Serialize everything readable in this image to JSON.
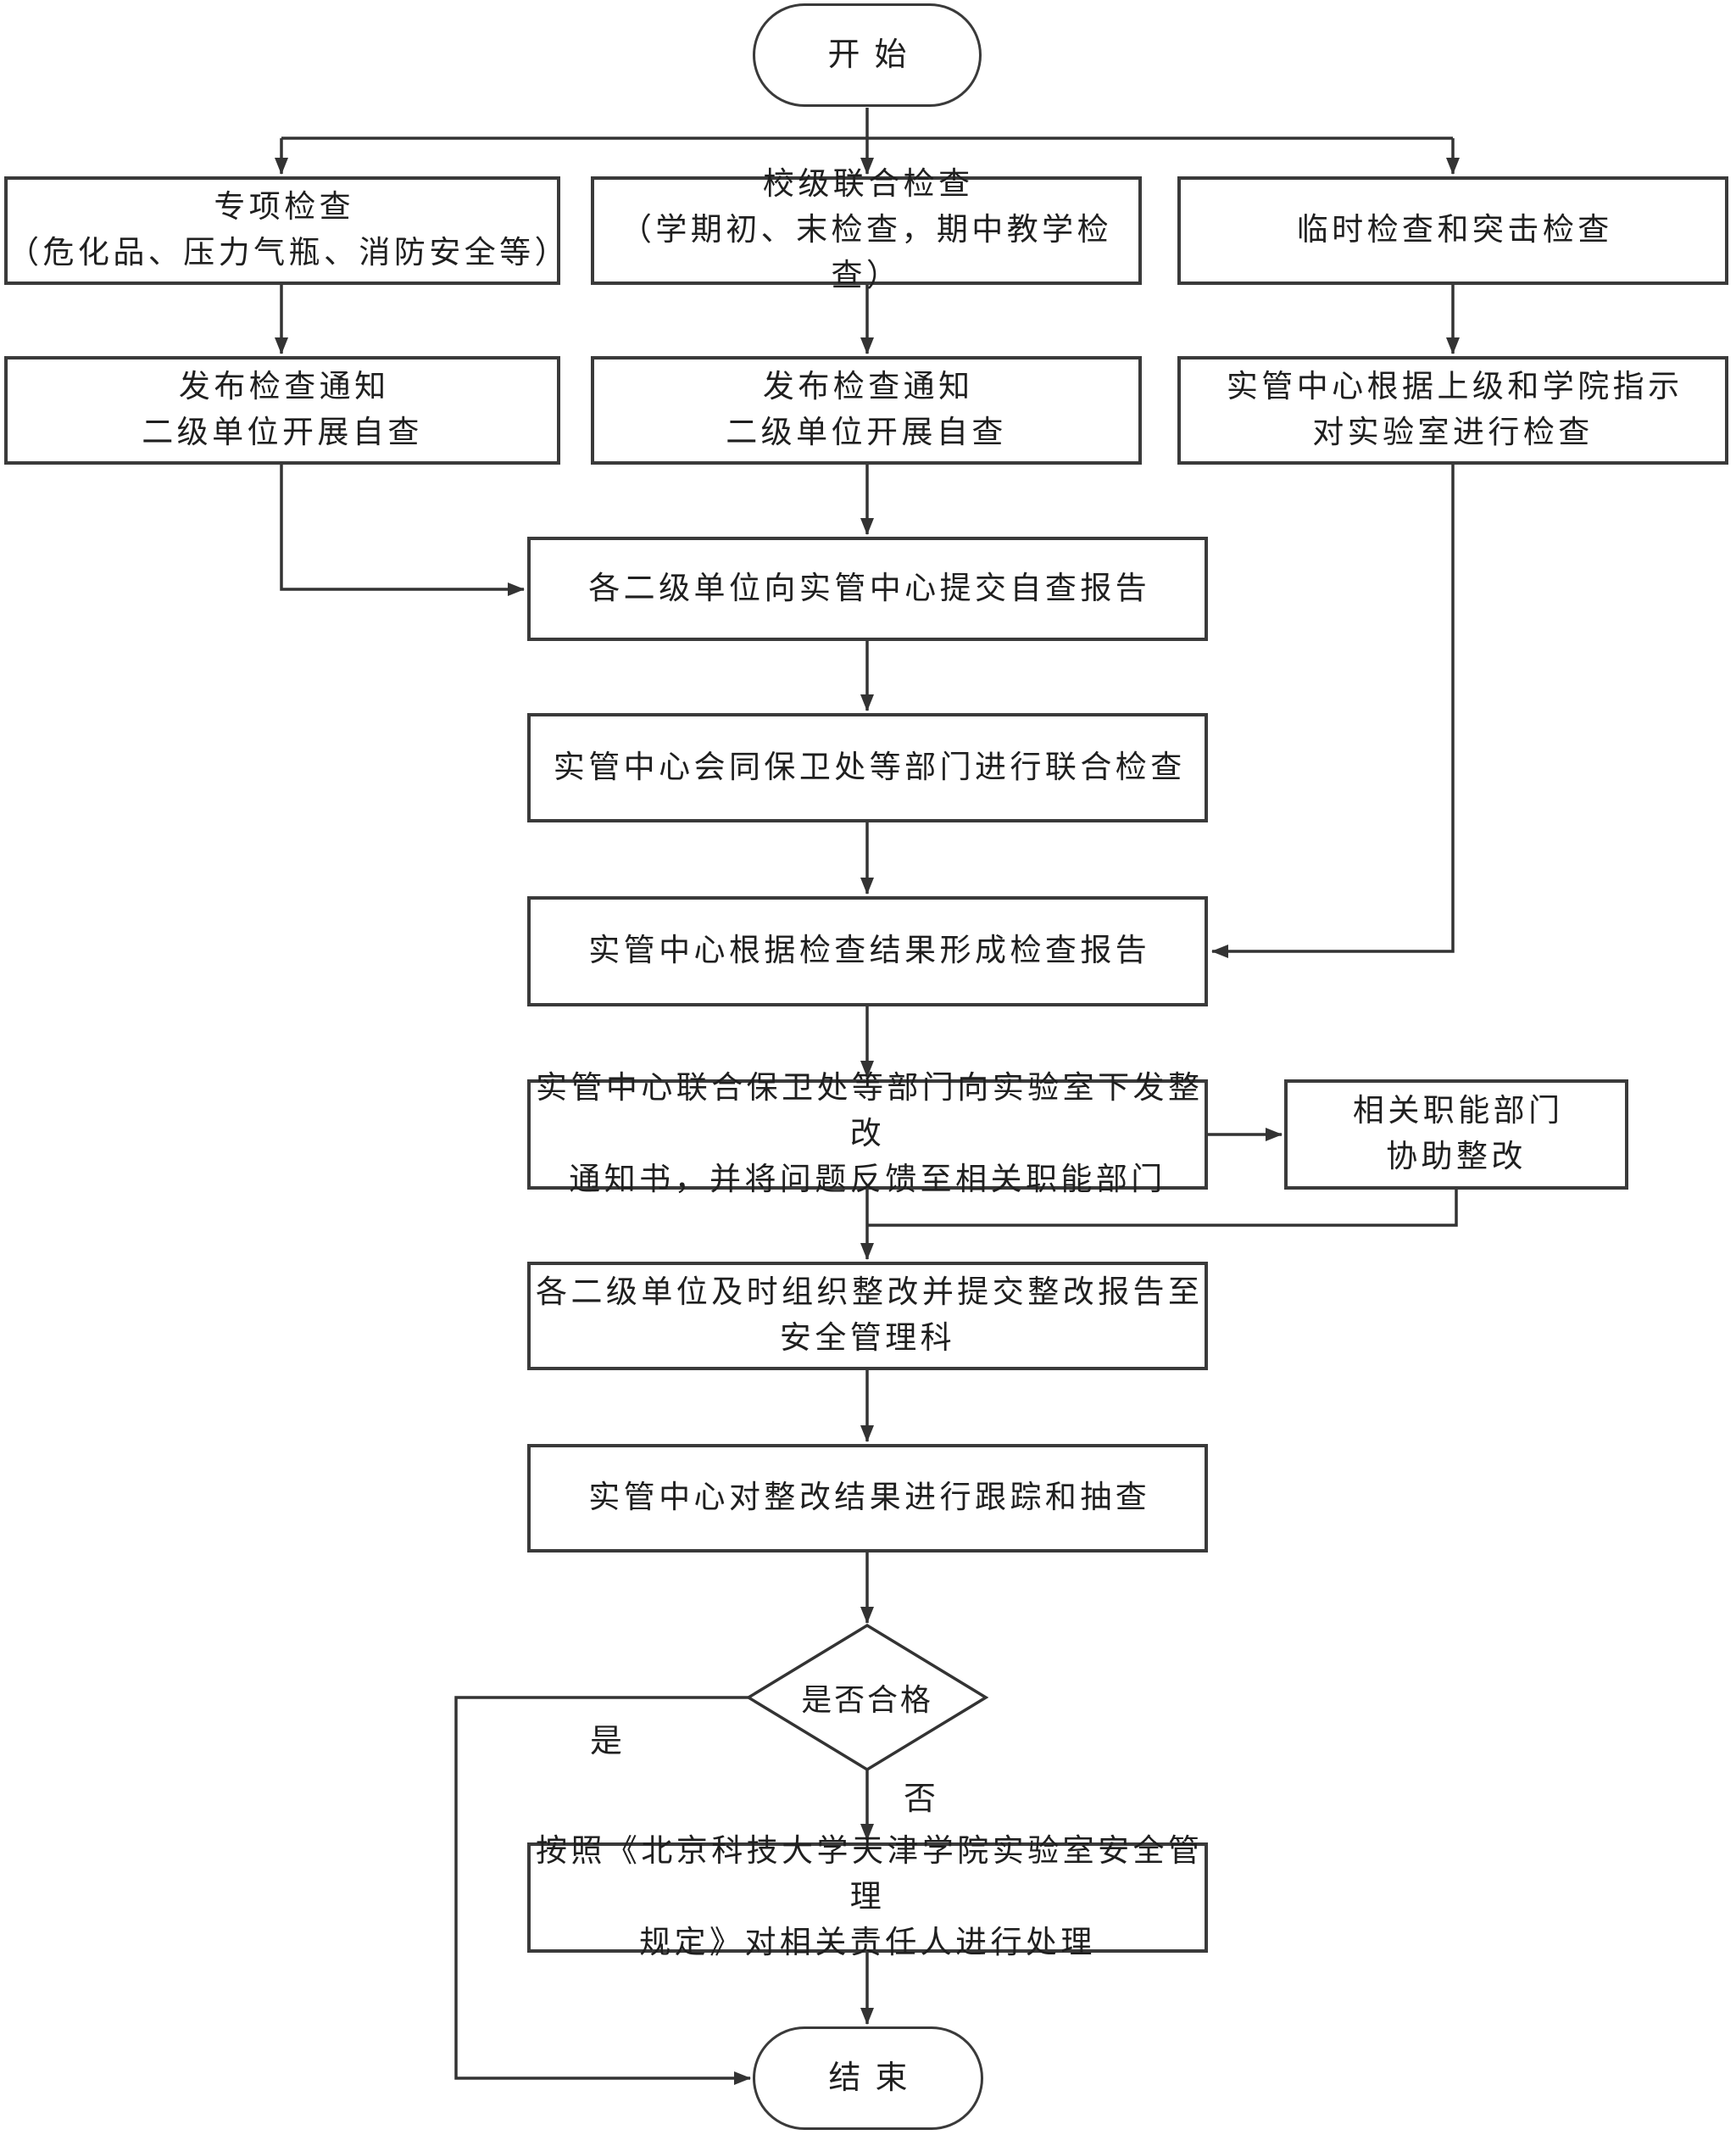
{
  "flow": {
    "start": "开始",
    "end": "结束",
    "edge_labels": {
      "yes": "是",
      "no": "否"
    },
    "nodes": {
      "special_check": "专项检查\n（危化品、压力气瓶、消防安全等）",
      "school_joint_check": "校级联合检查\n（学期初、末检查，期中教学检查）",
      "adhoc_check": "临时检查和突击检查",
      "notice_self_check_left": "发布检查通知\n二级单位开展自查",
      "notice_self_check_mid": "发布检查通知\n二级单位开展自查",
      "directive_check": "实管中心根据上级和学院指示\n对实验室进行检查",
      "submit_self_report": "各二级单位向实管中心提交自查报告",
      "joint_inspection": "实管中心会同保卫处等部门进行联合检查",
      "inspection_report": "实管中心根据检查结果形成检查报告",
      "rectification_notice": "实管中心联合保卫处等部门向实验室下发整改\n通知书，并将问题反馈至相关职能部门",
      "functional_assist": "相关职能部门\n协助整改",
      "organize_rectification": "各二级单位及时组织整改并提交整改报告至\n安全管理科",
      "track_review": "实管中心对整改结果进行跟踪和抽查",
      "qualified_decision": "是否合格",
      "punishment": "按照《北京科技大学天津学院实验室安全管理\n规定》对相关责任人进行处理"
    }
  }
}
